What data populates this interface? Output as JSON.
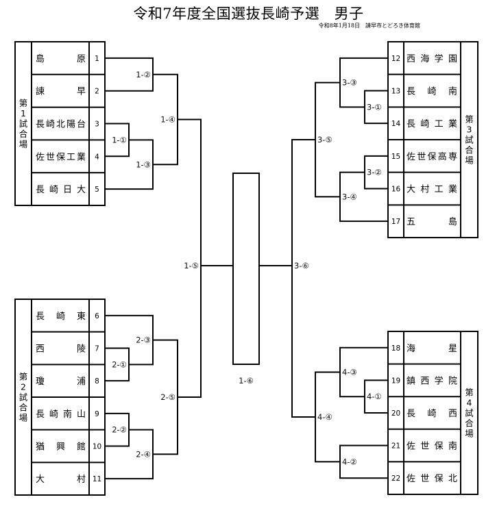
{
  "header": {
    "title": "令和7年度全国選抜長崎予選　男子",
    "subtitle": "令和8年1月18日　諫早市とどろき体育館"
  },
  "blocks": [
    {
      "side": "left",
      "venue": [
        "第",
        "1",
        "試",
        "合",
        "場"
      ],
      "teams": [
        {
          "seed": "1",
          "name": "島　　原",
          "chars": [
            "島",
            "原"
          ]
        },
        {
          "seed": "2",
          "name": "諫　　早",
          "chars": [
            "諫",
            "早"
          ]
        },
        {
          "seed": "3",
          "name": "長崎北陽台",
          "chars": [
            "長",
            "崎",
            "北",
            "陽",
            "台"
          ]
        },
        {
          "seed": "4",
          "name": "佐世保工業",
          "chars": [
            "佐",
            "世",
            "保",
            "工",
            "業"
          ]
        },
        {
          "seed": "5",
          "name": "長崎日大",
          "chars": [
            "長",
            "崎",
            "日",
            "大"
          ]
        }
      ]
    },
    {
      "side": "left",
      "venue": [
        "第",
        "2",
        "試",
        "合",
        "場"
      ],
      "teams": [
        {
          "seed": "6",
          "name": "長崎東",
          "chars": [
            "長",
            "崎",
            "東"
          ]
        },
        {
          "seed": "7",
          "name": "西　　陵",
          "chars": [
            "西",
            "陵"
          ]
        },
        {
          "seed": "8",
          "name": "瓊　　浦",
          "chars": [
            "瓊",
            "浦"
          ]
        },
        {
          "seed": "9",
          "name": "長崎南山",
          "chars": [
            "長",
            "崎",
            "南",
            "山"
          ]
        },
        {
          "seed": "10",
          "name": "猶興館",
          "chars": [
            "猶",
            "興",
            "館"
          ]
        },
        {
          "seed": "11",
          "name": "大　　村",
          "chars": [
            "大",
            "村"
          ]
        }
      ]
    },
    {
      "side": "right",
      "venue": [
        "第",
        "3",
        "試",
        "合",
        "場"
      ],
      "teams": [
        {
          "seed": "12",
          "name": "西海学園",
          "chars": [
            "西",
            "海",
            "学",
            "園"
          ]
        },
        {
          "seed": "13",
          "name": "長崎南",
          "chars": [
            "長",
            "崎",
            "南"
          ]
        },
        {
          "seed": "14",
          "name": "長崎工業",
          "chars": [
            "長",
            "崎",
            "工",
            "業"
          ]
        },
        {
          "seed": "15",
          "name": "佐世保高専",
          "chars": [
            "佐",
            "世",
            "保",
            "高",
            "専"
          ]
        },
        {
          "seed": "16",
          "name": "大村工業",
          "chars": [
            "大",
            "村",
            "工",
            "業"
          ]
        },
        {
          "seed": "17",
          "name": "五　　島",
          "chars": [
            "五",
            "島"
          ]
        }
      ]
    },
    {
      "side": "right",
      "venue": [
        "第",
        "4",
        "試",
        "合",
        "場"
      ],
      "teams": [
        {
          "seed": "18",
          "name": "海　　星",
          "chars": [
            "海",
            "星"
          ]
        },
        {
          "seed": "19",
          "name": "鎮西学院",
          "chars": [
            "鎮",
            "西",
            "学",
            "院"
          ]
        },
        {
          "seed": "20",
          "name": "長崎西",
          "chars": [
            "長",
            "崎",
            "西"
          ]
        },
        {
          "seed": "21",
          "name": "佐世保南",
          "chars": [
            "佐",
            "世",
            "保",
            "南"
          ]
        },
        {
          "seed": "22",
          "name": "佐世保北",
          "chars": [
            "佐",
            "世",
            "保",
            "北"
          ]
        }
      ]
    }
  ],
  "matches": {
    "m1_1": "1-①",
    "m1_2": "1-②",
    "m1_3": "1-③",
    "m1_4": "1-④",
    "m1_5": "1-⑤",
    "m1_6": "1-⑥",
    "m2_1": "2-①",
    "m2_2": "2-②",
    "m2_3": "2-③",
    "m2_4": "2-④",
    "m2_5": "2-⑤",
    "m3_1": "3-①",
    "m3_2": "3-②",
    "m3_3": "3-③",
    "m3_4": "3-④",
    "m3_5": "3-⑤",
    "m3_6": "3-⑥",
    "m4_1": "4-①",
    "m4_2": "4-②",
    "m4_3": "4-③",
    "m4_4": "4-④"
  }
}
